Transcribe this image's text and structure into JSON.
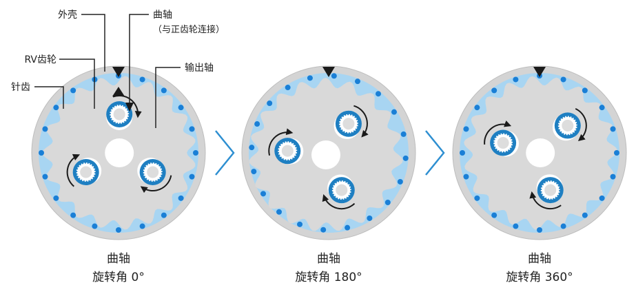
{
  "labels": {
    "housing": "外壳",
    "crankshaft": "曲轴",
    "crankshaft_note": "（与正齿轮连接）",
    "rv_gear": "RV齿轮",
    "pin_teeth": "针齿",
    "output_shaft": "输出轴"
  },
  "stages": [
    {
      "caption_line1": "曲轴",
      "caption_line2": "旋转角 0°",
      "rotation_deg": 0
    },
    {
      "caption_line1": "曲轴",
      "caption_line2": "旋转角 180°",
      "rotation_deg": 180
    },
    {
      "caption_line1": "曲轴",
      "caption_line2": "旋转角 360°",
      "rotation_deg": 360
    }
  ],
  "colors": {
    "housing": "#d4d4d4",
    "housing_edge": "#bdbdbd",
    "gap_fill": "#a8d5f2",
    "gear_fill": "#d9d9d9",
    "pin": "#1a7fd6",
    "crank_ring": "#1e7fc2",
    "arrow": "#1a1a1a",
    "chevron": "#2e8fd1"
  }
}
